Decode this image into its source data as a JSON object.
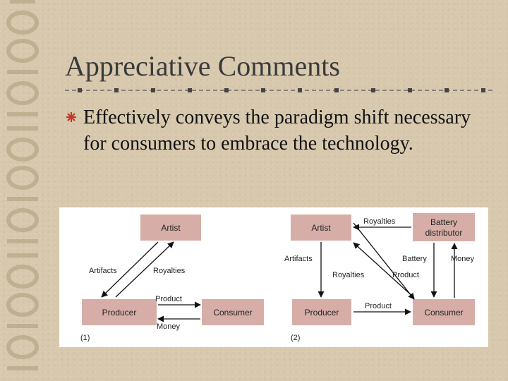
{
  "slide": {
    "title": "Appreciative Comments",
    "bullet": "Effectively conveys the paradigm shift necessary for consumers to embrace the technology.",
    "decoration_text": "1001101001101001101001"
  },
  "figure": {
    "panel1": {
      "label": "(1)",
      "nodes": {
        "artist": "Artist",
        "producer": "Producer",
        "consumer": "Consumer"
      },
      "edges": {
        "artifacts": "Artifacts",
        "royalties": "Royalties",
        "product": "Product",
        "money": "Money"
      }
    },
    "panel2": {
      "label": "(2)",
      "nodes": {
        "artist": "Artist",
        "battery_line1": "Battery",
        "battery_line2": "distributor",
        "producer": "Producer",
        "consumer": "Consumer"
      },
      "edges": {
        "royalties_top": "Royalties",
        "artifacts": "Artifacts",
        "battery": "Battery",
        "money": "Money",
        "royalties_cross": "Royalties",
        "product_cross": "Product",
        "product_bottom": "Product"
      }
    }
  },
  "colors": {
    "background": "#d8c9ae",
    "node_fill": "#d6aea7",
    "title": "#3a3a3a",
    "bullet_icon": "#c0392b"
  }
}
